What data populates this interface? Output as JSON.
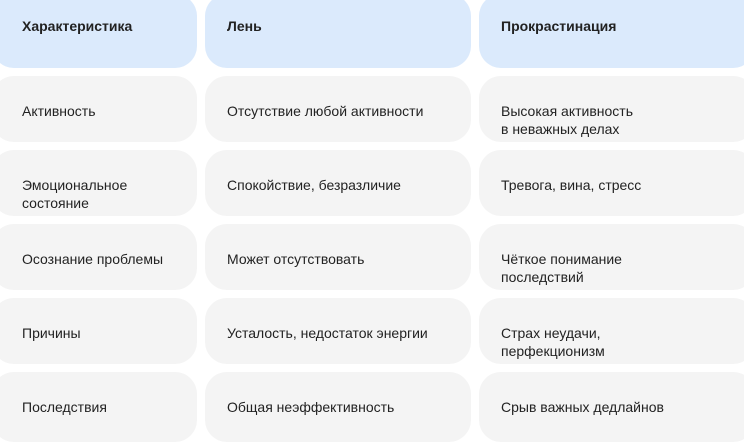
{
  "headers": [
    "Характеристика",
    "Лень",
    "Прокрастинация"
  ],
  "rows": [
    [
      "Активность",
      "Отсутствие любой активности",
      "Высокая активность\nв неважных делах"
    ],
    [
      "Эмоциональное\nсостояние",
      "Спокойствие, безразличие",
      "Тревога, вина, стресс"
    ],
    [
      "Осознание проблемы",
      "Может отсутствовать",
      "Чёткое понимание\nпоследствий"
    ],
    [
      "Причины",
      "Усталость, недостаток энергии",
      "Страх неудачи,\nперфекционизм"
    ],
    [
      "Последствия",
      "Общая неэффективность",
      "Срыв важных дедлайнов"
    ]
  ]
}
